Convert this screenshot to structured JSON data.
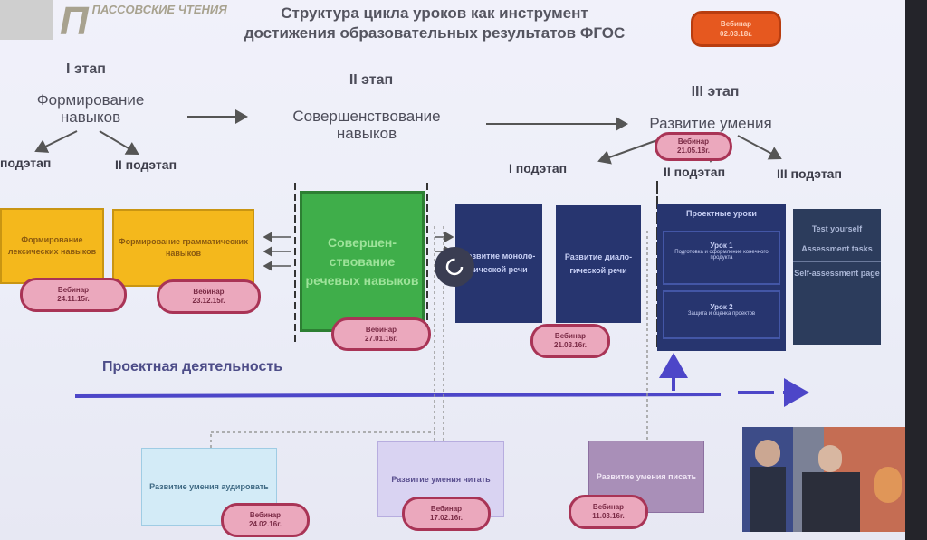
{
  "logo": {
    "left_text": "",
    "main_letter": "П",
    "main_text": "ПАССОВСКИЕ ЧТЕНИЯ"
  },
  "title": {
    "line1": "Структура цикла уроков как инструмент",
    "line2": "достижения образовательных результатов ФГОС"
  },
  "top_badge": {
    "line1": "Вебинар",
    "line2": "02.03.18г."
  },
  "stages": {
    "s1": {
      "label": "I этап",
      "name": "Формирование навыков",
      "sub1": "подэтап",
      "sub2": "II подэтап"
    },
    "s2": {
      "label": "II этап",
      "name": "Совершенствование навыков"
    },
    "s3": {
      "label": "III этап",
      "name": "Развитие умения",
      "sub1": "I подэтап",
      "sub2": "II подэтап",
      "sub3": "III подэтап",
      "webinar": {
        "line1": "Вебинар",
        "line2": "21.05.18г."
      }
    }
  },
  "boxes": {
    "lexical": "Формирование лексических навыков",
    "grammar": "Формирование грамматических навыков",
    "speech": "Совершен-ствование речевых навыков",
    "monologue": "Развитие моноло-гической речи",
    "dialogue": "Развитие диало-гической речи",
    "project": {
      "title": "Проектные уроки",
      "lesson1_title": "Урок 1",
      "lesson1_text": "Подготовка и оформление конечного продукта",
      "lesson2_title": "Урок 2",
      "lesson2_text": "Защита и оценка проектов"
    },
    "test": {
      "line1": "Test yourself",
      "line2": "Assessment tasks",
      "line3": "Self-assessment page"
    }
  },
  "webinars": {
    "w1": {
      "line1": "Вебинар",
      "line2": "24.11.15г."
    },
    "w2": {
      "line1": "Вебинар",
      "line2": "23.12.15г."
    },
    "w3": {
      "line1": "Вебинар",
      "line2": "27.01.16г."
    },
    "w4": {
      "line1": "Вебинар",
      "line2": "21.03.16г."
    },
    "w5": {
      "line1": "Вебинар",
      "line2": "24.02.16г."
    },
    "w6": {
      "line1": "Вебинар",
      "line2": "17.02.16г."
    },
    "w7": {
      "line1": "Вебинар",
      "line2": "11.03.16г."
    }
  },
  "project_activity": "Проектная деятельность",
  "bottom": {
    "listening": "Развитие умения аудировать",
    "reading": "Развитие умения читать",
    "writing": "Развитие умения писать"
  },
  "colors": {
    "yellow": "#f4b81c",
    "green": "#3fae4a",
    "navy": "#27356f",
    "pink": "#eba8bd",
    "axis": "#4d46c8"
  }
}
